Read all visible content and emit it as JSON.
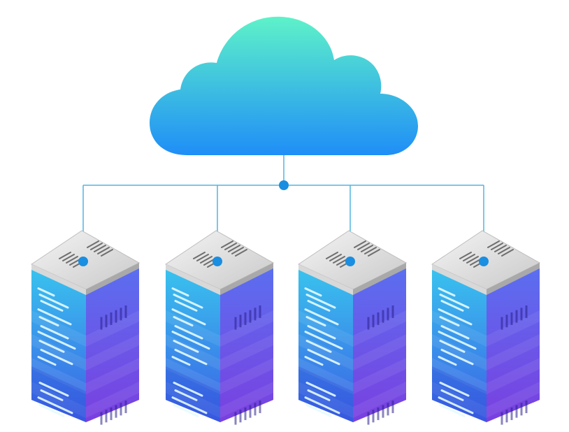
{
  "illustration": {
    "subject": "cloud-connected-servers",
    "cloud": {
      "gradient_top": "#5ef2c9",
      "gradient_bottom": "#1f8ef7"
    },
    "connector": {
      "line_color": "#4fb6e0",
      "hub_color": "#1a8ee0"
    },
    "servers": [
      {
        "id": "server-1"
      },
      {
        "id": "server-2"
      },
      {
        "id": "server-3"
      },
      {
        "id": "server-4"
      }
    ],
    "server_colors": {
      "top_light": "#f4f4f4",
      "top_dark": "#c9c9c9",
      "front_top": "#39c4ee",
      "front_bottom": "#3b5fe6",
      "side_top": "#5b6ff0",
      "side_bottom": "#7a3fe0",
      "node": "#1a8ee0"
    }
  }
}
